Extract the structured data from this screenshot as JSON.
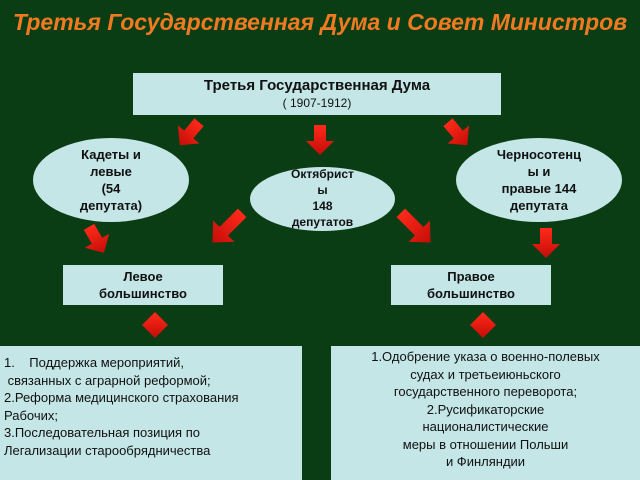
{
  "title": "Третья Государственная Дума и Совет Министров",
  "duma": {
    "name": "Третья Государственная Дума",
    "years": "( 1907-1912)"
  },
  "parties": {
    "left": [
      "Кадеты и",
      "левые",
      "(54",
      "депутата)"
    ],
    "center": [
      "Октябрист",
      "ы",
      "148",
      "депутатов"
    ],
    "right": [
      "Черносотенц",
      "ы и",
      "правые 144",
      "депутата"
    ]
  },
  "majorities": {
    "left": [
      "Левое",
      "большинство"
    ],
    "right": [
      "Правое",
      "большинство"
    ]
  },
  "lists": {
    "left": [
      "1.    Поддержка мероприятий,",
      " связанных с аграрной реформой;",
      "2.Реформа медицинского страхования",
      "Рабочих;",
      "3.Последовательная позиция по",
      "Легализации старообрядничества"
    ],
    "right": [
      "1.Одобрение указа о военно-полевых",
      "судах и третьеиюньского",
      "государственного переворота;",
      "2.Русификаторские",
      "националистические",
      "меры в отношении Польши",
      "и Финляндии"
    ]
  },
  "colors": {
    "background": "#0b3d14",
    "title": "#f07a22",
    "box": "#c4e6e7",
    "arrow": "#e8130f"
  }
}
